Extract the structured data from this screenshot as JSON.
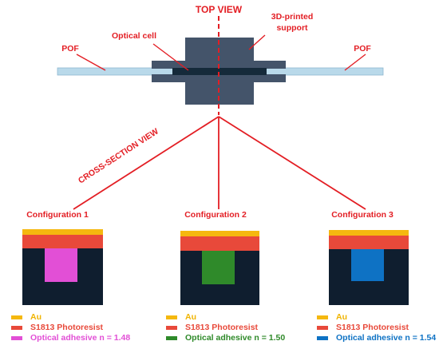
{
  "labels": {
    "top_view": "TOP VIEW",
    "support": [
      "3D-printed",
      "support"
    ],
    "optical_cell": "Optical cell",
    "pof_left": "POF",
    "pof_right": "POF",
    "cross_section": "CROSS-SECTION VIEW"
  },
  "configurations": [
    {
      "title": "Configuration 1",
      "core_color": "#e24fd6",
      "legend": [
        "Au",
        "S1813 Photoresist",
        "Optical adhesive n = 1.48"
      ]
    },
    {
      "title": "Configuration 2",
      "core_color": "#2f8a2a",
      "legend": [
        "Au",
        "S1813 Photoresist",
        "Optical adhesive n = 1.50"
      ]
    },
    {
      "title": "Configuration 3",
      "core_color": "#0e72c4",
      "legend": [
        "Au",
        "S1813 Photoresist",
        "Optical adhesive n = 1.54"
      ]
    }
  ],
  "colors": {
    "accent_red": "#e31e24",
    "support": "#44546a",
    "cell": "#152a3a",
    "fiber": "#b9d9ea",
    "au": "#f5b80f",
    "photoresist": "#e8493a",
    "substrate": "#0f1e2f",
    "legend_text_au": "#f0b400",
    "legend_text_pr": "#e8493a"
  }
}
